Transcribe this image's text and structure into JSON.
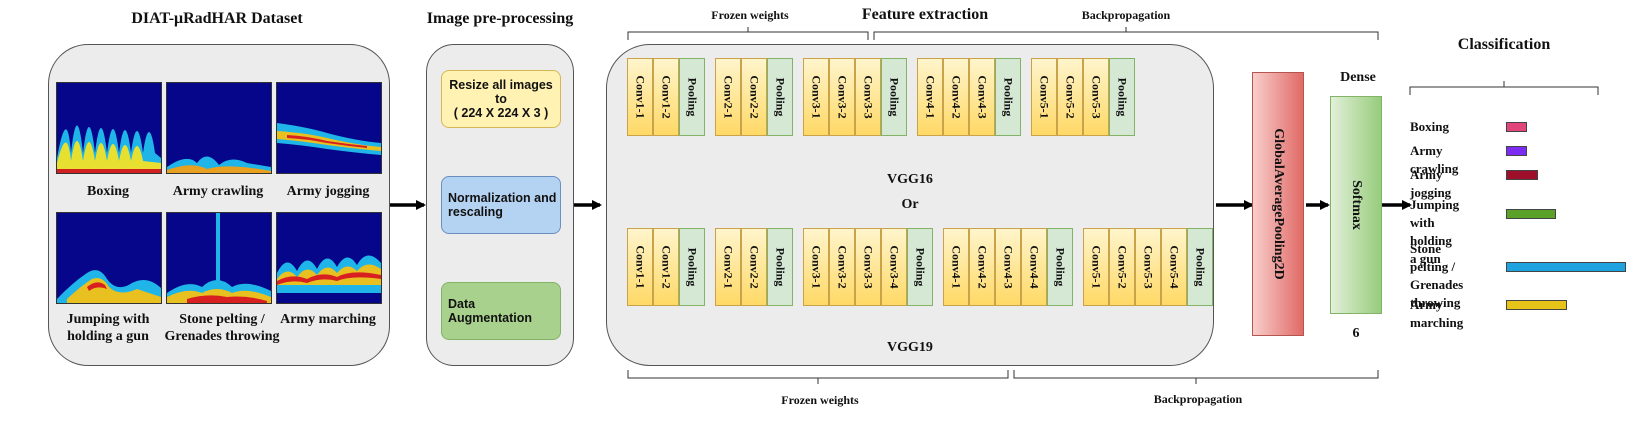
{
  "dataset": {
    "title": "DIAT-μRadHAR Dataset",
    "captions": [
      "Boxing",
      "Army crawling",
      "Army jogging",
      "Jumping with\nholding a gun",
      "Stone pelting /\nGrenades throwing",
      "Army marching"
    ]
  },
  "preprocessing": {
    "title": "Image pre-processing",
    "steps": [
      "Resize all images to\n( 224 X 224 X 3 )",
      "Normalization and\nrescaling",
      "Data Augmentation"
    ],
    "colors": [
      "#fff2b3",
      "#b4d3f2",
      "#a9d18e"
    ]
  },
  "feature_extraction": {
    "title": "Feature extraction",
    "top_brace_left": "Frozen weights",
    "top_brace_right": "Backpropagation",
    "bottom_brace_left": "Frozen weights",
    "bottom_brace_right": "Backpropagation",
    "vgg16_label": "VGG16",
    "or_label": "Or",
    "vgg19_label": "VGG19",
    "vgg16_blocks": [
      [
        "Conv1-1",
        "Conv1-2",
        "Pooling"
      ],
      [
        "Conv2-1",
        "Conv2-2",
        "Pooling"
      ],
      [
        "Conv3-1",
        "Conv3-2",
        "Conv3-3",
        "Pooling"
      ],
      [
        "Conv4-1",
        "Conv4-2",
        "Conv4-3",
        "Pooling"
      ],
      [
        "Conv5-1",
        "Conv5-2",
        "Conv5-3",
        "Pooling"
      ]
    ],
    "vgg19_blocks": [
      [
        "Conv1-1",
        "Conv1-2",
        "Pooling"
      ],
      [
        "Conv2-1",
        "Conv2-2",
        "Pooling"
      ],
      [
        "Conv3-1",
        "Conv3-2",
        "Conv3-3",
        "Conv3-4",
        "Pooling"
      ],
      [
        "Conv4-1",
        "Conv4-2",
        "Conv4-3",
        "Conv4-4",
        "Pooling"
      ],
      [
        "Conv5-1",
        "Conv5-2",
        "Conv5-3",
        "Conv5-4",
        "Pooling"
      ]
    ]
  },
  "gap_layer": {
    "label": "GlobalAveragePooling2D"
  },
  "dense": {
    "title": "Dense",
    "label": "Softmax",
    "units": "6"
  },
  "classification": {
    "title": "Classification",
    "classes": [
      {
        "name": "Boxing",
        "color": "#e0457b",
        "score": 0.1
      },
      {
        "name": "Army crawling",
        "color": "#7b2cf0",
        "score": 0.1
      },
      {
        "name": "Army jogging",
        "color": "#9e0f2c",
        "score": 0.15
      },
      {
        "name": "Jumping with\nholding a gun",
        "color": "#5aa12a",
        "score": 0.24
      },
      {
        "name": "Stone pelting /\nGrenades\nthrowing",
        "color": "#1fa3e0",
        "score": 0.57
      },
      {
        "name": "Army marching",
        "color": "#e6c319",
        "score": 0.29
      }
    ]
  }
}
